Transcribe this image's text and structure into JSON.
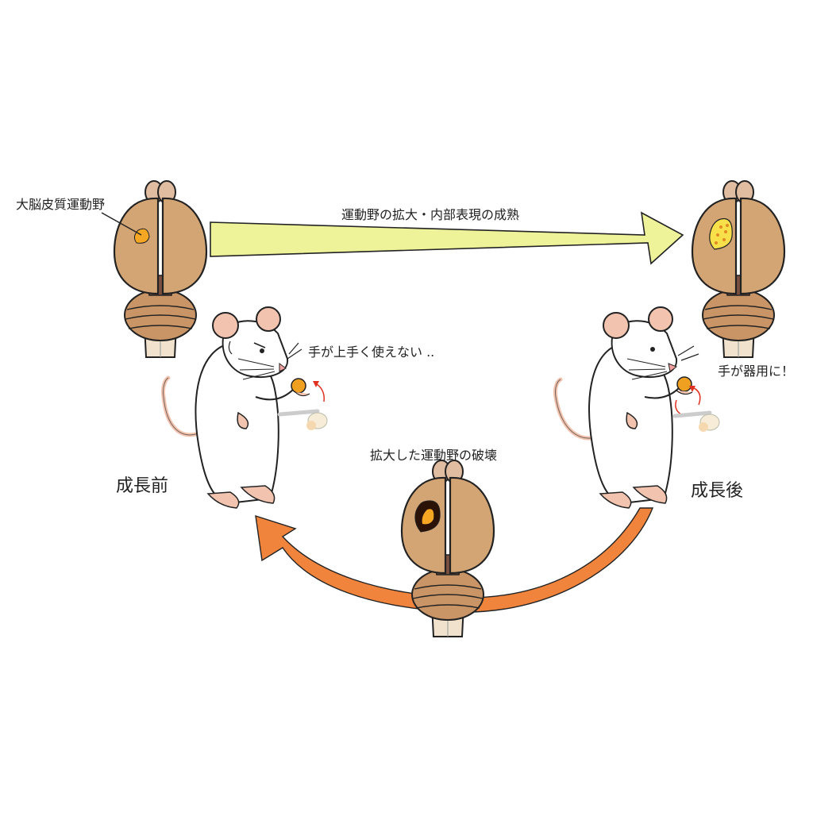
{
  "labels": {
    "motor_cortex": "大脳皮質運動野",
    "top_arrow": "運動野の拡大・内部表現の成熟",
    "before_growth": "成長前",
    "after_growth": "成長後",
    "clumsy": "手が上手く使えない ..",
    "dexterous": "手が器用に！",
    "destroy": "拡大した運動野の破壊"
  },
  "colors": {
    "brain_fill": "#d4a574",
    "brain_dark": "#a87850",
    "brainstem": "#f0e2cc",
    "motor_area_small": "#f5a623",
    "motor_area_large": "#f7e04a",
    "lesion": "#2a1206",
    "yellow_arrow": "#eef39a",
    "orange_arrow": "#f0843c",
    "rat_body": "#ffffff",
    "rat_pink": "#f2c4b0",
    "food": "#f0a020",
    "red_motion": "#e03020"
  }
}
